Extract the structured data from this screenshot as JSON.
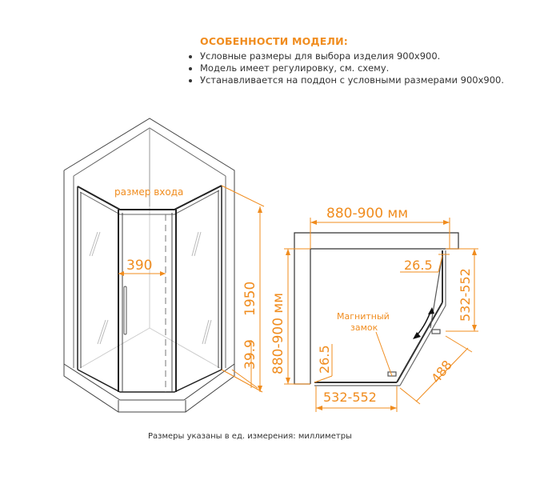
{
  "features": {
    "title": "ОСОБЕННОСТИ МОДЕЛИ:",
    "items": [
      "Условные размеры для выбора изделия 900x900.",
      "Модель имеет регулировку, см. схему.",
      "Устанавливается на поддон с условными размерами 900x900."
    ]
  },
  "perspective_view": {
    "entrance_label": "размер входа",
    "entrance_width": "390",
    "height": "1950",
    "tray_offset": "39.9"
  },
  "plan_view": {
    "top_width": "880-900 мм",
    "side_depth": "880-900 мм",
    "right_side": "532-552",
    "bottom_side": "532-552",
    "diagonal": "488",
    "gap_top": "26.5",
    "gap_left": "26.5",
    "lock_label_line1": "Магнитный",
    "lock_label_line2": "замок"
  },
  "footnote": "Размеры указаны в ед. измерения: миллиметры",
  "colors": {
    "accent": "#f08c1e",
    "line": "#333333",
    "light": "#bbbbbb"
  }
}
